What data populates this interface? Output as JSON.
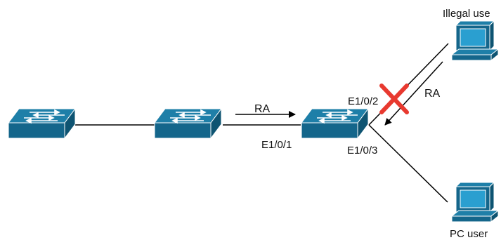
{
  "labels": {
    "illegal_user": "Illegal use",
    "pc_user": "PC user",
    "ra_left": "RA",
    "ra_right": "RA",
    "port_e1_0_1": "E1/0/1",
    "port_e1_0_2": "E1/0/2",
    "port_e1_0_3": "E1/0/3"
  },
  "icons": {
    "switch": "network-switch-icon",
    "pc": "desktop-computer-icon",
    "block": "red-x-block-icon"
  },
  "colors": {
    "switch_top": "#1e7fa8",
    "switch_front": "#14668b",
    "switch_side": "#0e5472",
    "line": "#000000",
    "block": "#e8392f"
  }
}
